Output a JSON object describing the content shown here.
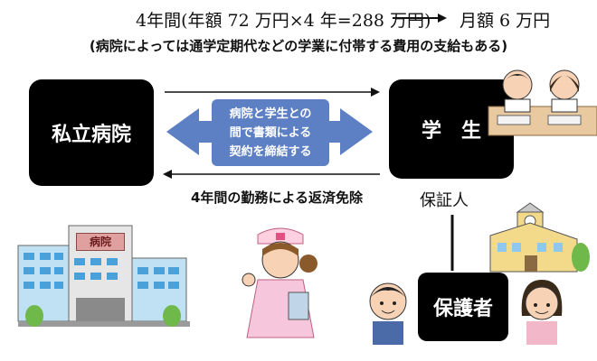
{
  "header": {
    "left": "4年間(年額 72 万円×4 年=288 万円)",
    "right": "月額 6 万円"
  },
  "note": "(病院によっては通学定期代などの学業に付帯する費用の支給もある)",
  "nodes": {
    "hospital": "私立病院",
    "student": "学　生",
    "guardian": "保護者",
    "guarantor": "保証人"
  },
  "contract": [
    "病院と学生との",
    "間で書類による",
    "契約を締結する"
  ],
  "repayment_label": "4年間の勤務による返済免除",
  "illustrations": {
    "hospital_sign": "病院"
  },
  "colors": {
    "accent_blue": "#5d7fc4",
    "box_black": "#000000"
  }
}
